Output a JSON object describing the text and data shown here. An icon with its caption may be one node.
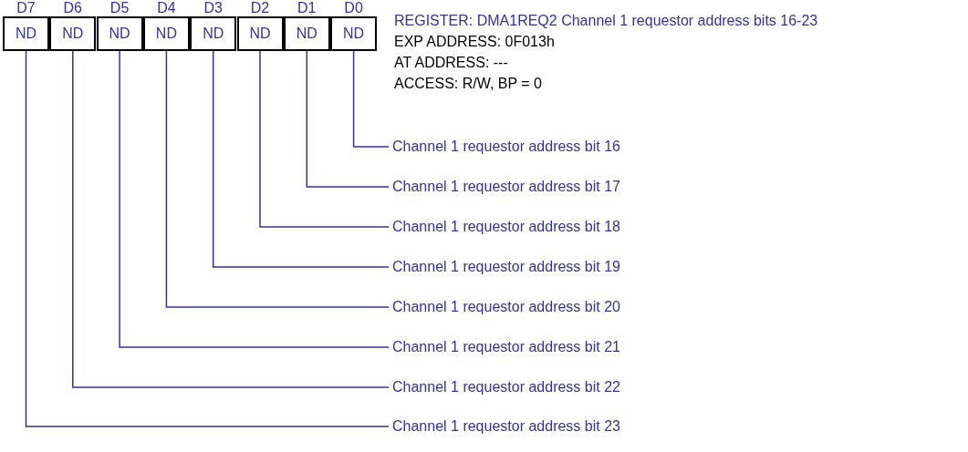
{
  "diagram": {
    "nodes": [
      {
        "text": [
          "D7",
          "ND"
        ]
      },
      {
        "text": [
          "D6",
          "ND"
        ]
      },
      {
        "text": [
          "D5",
          "ND"
        ]
      },
      {
        "text": [
          "D4",
          "ND"
        ]
      },
      {
        "text": [
          "D3",
          "ND"
        ]
      },
      {
        "text": [
          "D2",
          "ND"
        ]
      },
      {
        "text": [
          "D1",
          "ND"
        ]
      },
      {
        "text": [
          "D0",
          "ND"
        ]
      },
      {
        "text": [
          "Channel 1 requestor address bit 16"
        ]
      },
      {
        "text": [
          "Channel 1 requestor address bit 17"
        ]
      },
      {
        "text": [
          "Channel 1 requestor address bit 18"
        ]
      },
      {
        "text": [
          "Channel 1 requestor address bit 19"
        ]
      },
      {
        "text": [
          "Channel 1 requestor address bit 20"
        ]
      },
      {
        "text": [
          "Channel 1 requestor address bit 21"
        ]
      },
      {
        "text": [
          "Channel 1 requestor address bit 22"
        ]
      },
      {
        "text": [
          "Channel 1 requestor address bit 23"
        ]
      }
    ],
    "edges": [
      {
        "from": 7,
        "to": 8,
        "arrow": "none"
      },
      {
        "from": 6,
        "to": 9,
        "arrow": "none"
      },
      {
        "from": 5,
        "to": 10,
        "arrow": "none"
      },
      {
        "from": 4,
        "to": 11,
        "arrow": "none"
      },
      {
        "from": 3,
        "to": 12,
        "arrow": "none"
      },
      {
        "from": 2,
        "to": 13,
        "arrow": "none"
      },
      {
        "from": 1,
        "to": 14,
        "arrow": "none"
      },
      {
        "from": 0,
        "to": 15,
        "arrow": "none"
      }
    ],
    "labels": [
      "REGISTER: DMA1REQ2 Channel 1 requestor address bits 16-23",
      "EXP ADDRESS: 0F013h",
      "AT ADDRESS: ---",
      "ACCESS: R/W, BP = 0"
    ]
  }
}
